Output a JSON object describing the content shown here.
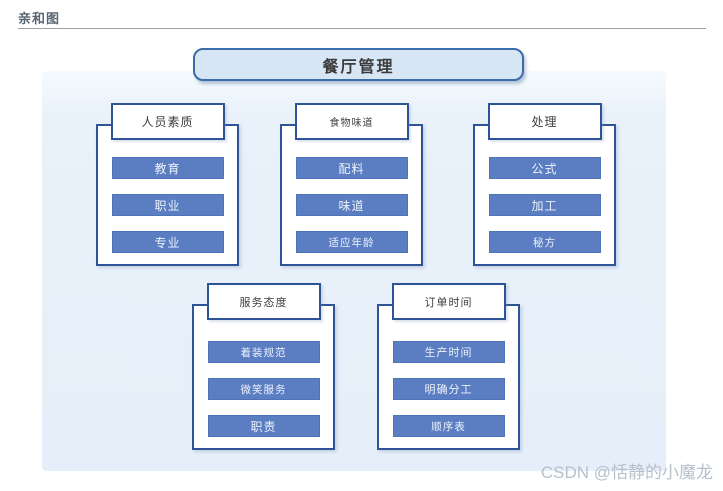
{
  "page": {
    "title": "亲和图",
    "watermark": "CSDN @恬静的小魔龙"
  },
  "root_node": {
    "label": "餐厅管理"
  },
  "groups": [
    {
      "title": "人员素质",
      "items": [
        "教育",
        "职业",
        "专业"
      ]
    },
    {
      "title": "食物味道",
      "items": [
        "配料",
        "味道",
        "适应年龄"
      ]
    },
    {
      "title": "处理",
      "items": [
        "公式",
        "加工",
        "秘方"
      ]
    },
    {
      "title": "服务态度",
      "items": [
        "着装规范",
        "微笑服务",
        "职责"
      ]
    },
    {
      "title": "订单时间",
      "items": [
        "生产时间",
        "明确分工",
        "顺序表"
      ]
    }
  ],
  "colors": {
    "panel_background": "#e7f0f9",
    "card_border": "#2e5496",
    "item_fill": "#5b7ec3",
    "item_text": "#edf2fb",
    "root_fill": "#d7e6f5",
    "root_border": "#3a6ea8",
    "watermark_text": "#b6c0ca"
  }
}
